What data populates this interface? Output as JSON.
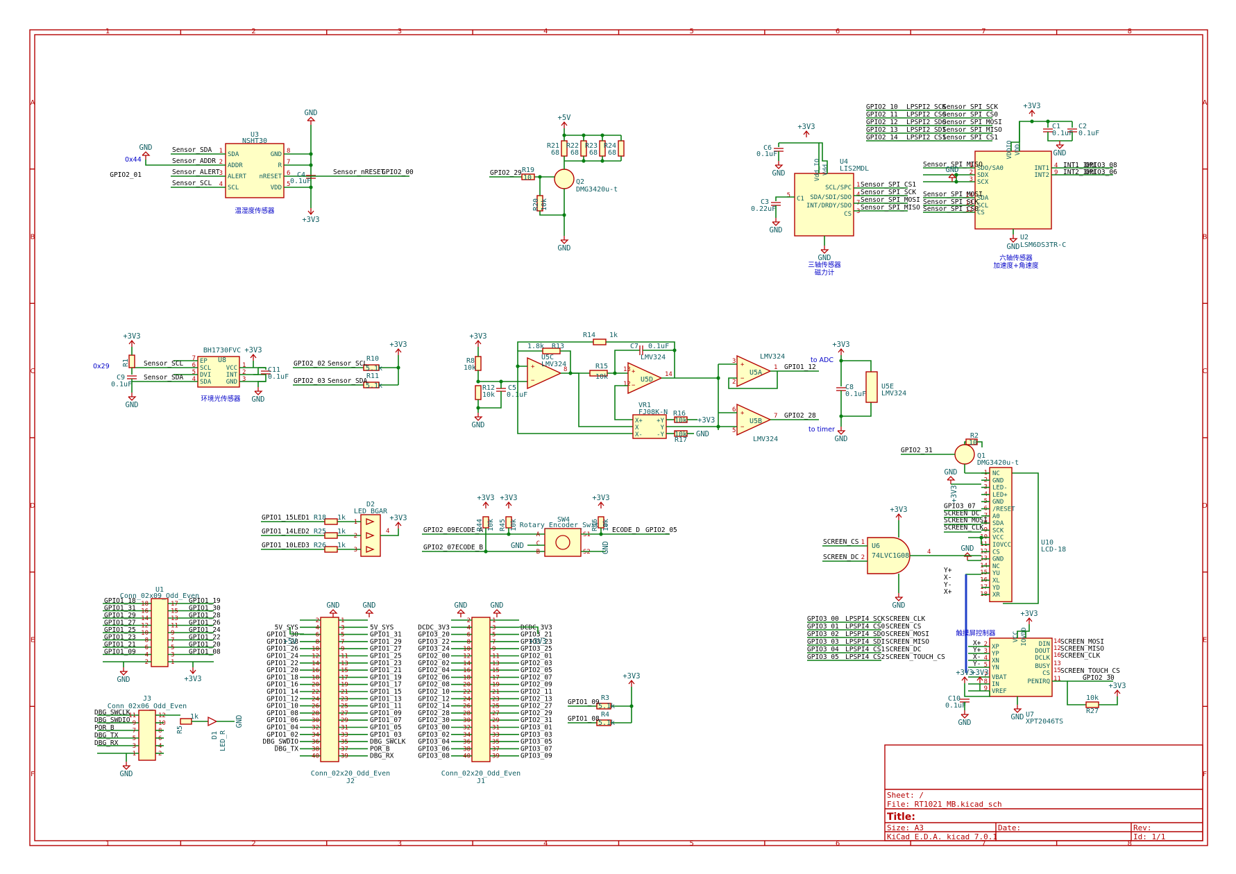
{
  "sheet": {
    "grid_columns": [
      "1",
      "2",
      "3",
      "4",
      "5",
      "6",
      "7",
      "8"
    ],
    "grid_rows": [
      "A",
      "B",
      "C",
      "D",
      "E",
      "F"
    ]
  },
  "title_block": {
    "sheet_label": "Sheet: /",
    "file_label": "File: RT1021_MB.kicad_sch",
    "title_label": "Title:",
    "size_label": "Size: A3",
    "date_label": "Date:",
    "rev_label": "Rev:",
    "tool_label": "KiCad E.D.A.  kicad 7.0.1",
    "id_label": "Id: 1/1"
  },
  "power_symbols": {
    "gnd": "GND",
    "v33": "+3V3",
    "v5": "+5V"
  },
  "u3": {
    "ref": "U3",
    "part": "NSHT30",
    "caption": "温湿度传感器",
    "address": "0x44",
    "pins_left": [
      "SDA",
      "ADDR",
      "ALERT",
      "SCL"
    ],
    "pins_left_num": [
      "1",
      "2",
      "3",
      "4"
    ],
    "pins_right": [
      "GND",
      "R",
      "nRESET",
      "VDD"
    ],
    "pins_right_num": [
      "8",
      "7",
      "6",
      "5"
    ],
    "nets_left": [
      "Sensor_SDA",
      "Sensor_ADDR",
      "Sensor_ALERT",
      "Sensor_SCL"
    ],
    "gpio_alert": "GPIO2_01",
    "cap_ref": "C4",
    "cap_val": "0.1uF",
    "net_reset": "Sensor_nRESET",
    "gpio_reset": "GPIO2_00"
  },
  "q2": {
    "ref": "Q2",
    "part": "DMG3420u-t",
    "gpio": "GPIO2_29",
    "r19": "R19",
    "r19_val": "10",
    "r20": "R20",
    "r20_val": "10k",
    "resistors": [
      {
        "ref": "R21",
        "val": "68"
      },
      {
        "ref": "R22",
        "val": "68"
      },
      {
        "ref": "R23",
        "val": "68"
      },
      {
        "ref": "R24",
        "val": "68"
      }
    ]
  },
  "u4": {
    "ref": "U4",
    "part": "LIS2MDL",
    "caption1": "三轴传感器",
    "caption2": "磁力计",
    "pins_left": [
      "C1"
    ],
    "pins_right": [
      "SCL/SPC",
      "SDA/SDI/SDO",
      "INT/DRDY/SDO",
      "CS"
    ],
    "pins_right_num": [
      "1",
      "4",
      "7",
      "3"
    ],
    "top_pins": [
      "Vdd_IO",
      "Vdd"
    ],
    "top_pins_num": [
      "10",
      "9"
    ],
    "nets_right": [
      "Sensor_SPI_CS1",
      "Sensor_SPI_SCK",
      "Sensor_SPI_MOSI",
      "Sensor_SPI_MISO"
    ],
    "c6": "C6",
    "c6_val": "0.1uF",
    "c3": "C3",
    "c3_val": "0.22uF"
  },
  "gpio_spi_map": [
    {
      "gpio": "GPIO2_10",
      "fn": "LPSPI2_SCK",
      "net": "Sensor_SPI_SCK"
    },
    {
      "gpio": "GPIO2_11",
      "fn": "LPSPI2_CS0",
      "net": "Sensor_SPI_CS0"
    },
    {
      "gpio": "GPIO2_12",
      "fn": "LPSPI2_SDO",
      "net": "Sensor_SPI_MOSI"
    },
    {
      "gpio": "GPIO2_13",
      "fn": "LPSPI2_SDI",
      "net": "Sensor_SPI_MISO"
    },
    {
      "gpio": "GPIO2_14",
      "fn": "LPSPI2_CS1",
      "net": "Sensor_SPI_CS1"
    }
  ],
  "u2": {
    "ref": "U2",
    "part": "LSM6DS3TR-C",
    "caption1": "六轴传感器",
    "caption2": "加速度+角速度",
    "pins_left": [
      "SDO/SA0",
      "SDX",
      "SCX",
      "SDA",
      "SCL",
      "CS"
    ],
    "pins_left_num": [
      "1",
      "2",
      "3",
      "14",
      "13",
      "12"
    ],
    "pins_right": [
      "INT1",
      "INT2"
    ],
    "pins_right_num": [
      "4",
      "9"
    ],
    "nets_left": [
      "Sensor_SPI_MISO",
      "",
      "",
      "Sensor_SPI_MOSI",
      "Sensor_SPI_SCK",
      "Sensor_SPI_CS0"
    ],
    "int1_net": "INT1_IMU",
    "int1_gpio": "GPIO3_08",
    "int2_net": "INT2_IMU",
    "int2_gpio": "GPIO3_06",
    "top_pins": [
      "VDDIO",
      "VDD"
    ],
    "c1": "C1",
    "c1_val": "0.1uF",
    "c2": "C2",
    "c2_val": "0.1uF"
  },
  "u8": {
    "ref": "U8",
    "part": "BH1730FVC",
    "caption": "环境光传感器",
    "address": "0x29",
    "pins_left": [
      "EP",
      "SCL",
      "DVI",
      "SDA"
    ],
    "pins_left_num": [
      "7",
      "6",
      "5",
      "4"
    ],
    "pins_right": [
      "VCC",
      "INT",
      "GND"
    ],
    "pins_right_num": [
      "1",
      "2",
      "3"
    ],
    "nets_left": [
      "",
      "Sensor_SCL",
      "",
      "Sensor_SDA"
    ],
    "r1": "R1",
    "r1_val": "1k",
    "c9": "C9",
    "c9_val": "0.1uF",
    "c11": "C11",
    "c11_val": "0.1uF"
  },
  "i2c_pullups": [
    {
      "gpio": "GPIO2_02",
      "net": "Sensor_SCL",
      "ref": "R10",
      "val": "5.1k"
    },
    {
      "gpio": "GPIO2_03",
      "net": "Sensor_SDA",
      "ref": "R11",
      "val": "5.1k"
    }
  ],
  "opamp": {
    "r13": "R13",
    "r13_val": "1.8k",
    "r14": "R14",
    "r14_val": "1k",
    "r8": "R8",
    "r8_val": "10k",
    "r12": "R12",
    "r12_val": "10k",
    "c5": "C5",
    "c5_val": "0.1uF",
    "r15": "R15",
    "r15_val": "10k",
    "c7": "C7",
    "c7_val": "0.1uF",
    "u5c": "U5C",
    "u5d": "U5D",
    "u5a": "U5A",
    "u5b": "U5B",
    "part": "LMV324",
    "vr1": "VR1",
    "vr1_part": "FJ08K-N",
    "vr1_pins": [
      "X+",
      "X",
      "X-",
      "+Y",
      "Y",
      "-Y"
    ],
    "r16": "R16",
    "r16_val": "10k",
    "r17": "R17",
    "r17_val": "10k",
    "out_adc_gpio": "GPIO1_12",
    "out_adc_note": "to ADC",
    "out_timer_gpio": "GPIO2_28",
    "out_timer_note": "to timer",
    "c8": "C8",
    "c8_val": "0.1uF",
    "u5e": "U5E",
    "u5e_part": "LMV324"
  },
  "led": {
    "ref": "D2",
    "part": "LED_BGAR",
    "rows": [
      {
        "gpio": "GPIO1_15",
        "net": "LED1",
        "ref": "R18",
        "val": "1k"
      },
      {
        "gpio": "GPIO1_14",
        "net": "LED2",
        "ref": "R25",
        "val": "1k"
      },
      {
        "gpio": "GPIO1_10",
        "net": "LED3",
        "ref": "R26",
        "val": "1k"
      }
    ]
  },
  "encoder": {
    "ref": "SW4",
    "part": "Rotary_Encoder_Switch",
    "rows": [
      {
        "gpio": "GPIO2_09",
        "net": "ECODE_A"
      },
      {
        "gpio": "GPIO2_07",
        "net": "ECODE_B"
      }
    ],
    "r44": "R44",
    "r45": "R45",
    "r46": "R46",
    "rval": "10k",
    "d_net": "ECODE_D",
    "d_gpio": "GPIO2_05",
    "pins": [
      "A",
      "C",
      "B",
      "S1",
      "S2"
    ]
  },
  "q1": {
    "ref": "Q1",
    "part": "DMG3420u-t",
    "gpio": "GPIO2_31",
    "r2": "R2",
    "r2_val": "10"
  },
  "u10": {
    "ref": "U10",
    "part": "LCD-18",
    "pins": [
      "NC",
      "GND",
      "LED-",
      "LED+",
      "GND",
      "/RESET",
      "A0",
      "SDA",
      "SCK",
      "VCC",
      "IOVCC",
      "CS",
      "GND",
      "NC",
      "YU",
      "XL",
      "YD",
      "XR"
    ],
    "nets": [
      "",
      "",
      "",
      "",
      "",
      "GPIO3_07",
      "SCREEN_DC",
      "SCREEN_MOSI",
      "SCREEN_CLK",
      "",
      "",
      "",
      "",
      "",
      "Y+",
      "X-",
      "Y-",
      "X+"
    ]
  },
  "u6": {
    "ref": "U6",
    "part": "74LVC1G08",
    "in1": "SCREEN_CS",
    "in2": "SCREEN_DC"
  },
  "screen_spi_map": [
    {
      "gpio": "GPIO3_00",
      "fn": "LPSPI4_SCK",
      "net": "SCREEN_CLK"
    },
    {
      "gpio": "GPIO3_01",
      "fn": "LPSPI4_CS0",
      "net": "SCREEN_CS"
    },
    {
      "gpio": "GPIO3_02",
      "fn": "LPSPI4_SDO",
      "net": "SCREEN_MOSI"
    },
    {
      "gpio": "GPIO3_03",
      "fn": "LPSPI4_SDI",
      "net": "SCREEN_MISO"
    },
    {
      "gpio": "GPIO3_04",
      "fn": "LPSPI4_CS1",
      "net": "SCREEN_DC"
    },
    {
      "gpio": "GPIO3_05",
      "fn": "LPSPI4_CS2",
      "net": "SCREEN_TOUCH_CS"
    }
  ],
  "u7": {
    "ref": "U7",
    "part": "XPT2046TS",
    "caption": "触摸屏控制器",
    "pins_left": [
      "XP",
      "YP",
      "XN",
      "YN",
      "VBAT",
      "IN",
      "VREF"
    ],
    "pins_left_num": [
      "2",
      "3",
      "4",
      "5",
      "7",
      "8",
      "9"
    ],
    "nets_left": [
      "X+",
      "Y+",
      "X-",
      "Y-",
      "",
      "",
      ""
    ],
    "pins_right": [
      "DIN",
      "DOUT",
      "DCLK",
      "BUSY",
      "CS",
      "PENIRQ"
    ],
    "pins_right_num": [
      "14",
      "12",
      "16",
      "13",
      "15",
      "11"
    ],
    "nets_right": [
      "SCREEN_MOSI",
      "SCREEN_MISO",
      "SCREEN_CLK",
      "",
      "SCREEN_TOUCH_CS",
      ""
    ],
    "penirq_gpio": "GPIO2_30",
    "c10": "C10",
    "c10_val": "0.1uF",
    "r27": "R27",
    "r27_val": "10k"
  },
  "u1": {
    "ref": "U1",
    "part": "Conn_02x09_Odd_Even",
    "left": [
      "GPIO1_18",
      "GPIO1_31",
      "GPIO1_29",
      "GPIO1_27",
      "GPIO1_25",
      "GPIO1_23",
      "GPIO1_21",
      "GPIO1_09",
      ""
    ],
    "left_num": [
      "18",
      "16",
      "14",
      "12",
      "10",
      "8",
      "6",
      "4",
      "2"
    ],
    "right": [
      "GPIO1_19",
      "GPIO1_30",
      "GPIO1_28",
      "GPIO1_26",
      "GPIO1_24",
      "GPIO1_22",
      "GPIO1_20",
      "GPIO1_08",
      ""
    ],
    "right_num": [
      "17",
      "15",
      "13",
      "11",
      "9",
      "7",
      "5",
      "3",
      "1"
    ]
  },
  "j3": {
    "ref": "J3",
    "part": "Conn_02x06_Odd_Even",
    "left": [
      "DBG_SWCLK",
      "DBG_SWDIO",
      "POR_B",
      "DBG_TX",
      "DBG_RX",
      ""
    ],
    "left_num": [
      "11",
      "9",
      "7",
      "5",
      "3",
      "1"
    ],
    "right_num": [
      "12",
      "10",
      "8",
      "6",
      "4",
      "2"
    ],
    "r5": "R5",
    "r5_val": "1k",
    "d1": "D1",
    "d1_part": "LED_R"
  },
  "j2": {
    "ref": "J2",
    "part": "Conn_02x20_Odd_Even",
    "left": [
      "",
      "5V_SYS",
      "GPIO1_30",
      "GPIO1_28",
      "GPIO1_26",
      "GPIO1_24",
      "GPIO1_22",
      "GPIO1_20",
      "GPIO1_18",
      "GPIO1_16",
      "GPIO1_14",
      "GPIO1_12",
      "GPIO1_10",
      "GPIO1_08",
      "GPIO1_06",
      "GPIO1_04",
      "GPIO1_02",
      "DBG_SWDIO",
      "DBG_TX",
      ""
    ],
    "left_num": [
      "2",
      "4",
      "6",
      "8",
      "10",
      "12",
      "14",
      "16",
      "18",
      "20",
      "22",
      "24",
      "26",
      "28",
      "30",
      "32",
      "34",
      "36",
      "38",
      "40"
    ],
    "right": [
      "",
      "5V_SYS",
      "GPIO1_31",
      "GPIO1_29",
      "GPIO1_27",
      "GPIO1_25",
      "GPIO1_23",
      "GPIO1_21",
      "GPIO1_19",
      "GPIO1_17",
      "GPIO1_15",
      "GPIO1_13",
      "GPIO1_11",
      "GPIO1_09",
      "GPIO1_07",
      "GPIO1_05",
      "GPIO1_03",
      "DBG_SWCLK",
      "POR_B",
      "DBG_RX"
    ],
    "right_num": [
      "1",
      "3",
      "5",
      "7",
      "9",
      "11",
      "13",
      "15",
      "17",
      "19",
      "21",
      "23",
      "25",
      "27",
      "29",
      "31",
      "33",
      "35",
      "37",
      "39"
    ]
  },
  "j1": {
    "ref": "J1",
    "part": "Conn_02x20_Odd_Even",
    "left": [
      "",
      "DCDC_3V3",
      "GPIO3_20",
      "GPIO3_22",
      "GPIO3_24",
      "GPIO2_00",
      "GPIO2_02",
      "GPIO2_04",
      "GPIO2_06",
      "GPIO2_08",
      "GPIO2_10",
      "GPIO2_12",
      "GPIO2_14",
      "GPIO2_28",
      "GPIO2_30",
      "GPIO3_00",
      "GPIO3_02",
      "GPIO3_04",
      "GPIO3_06",
      "GPIO3_08"
    ],
    "left_num": [
      "2",
      "4",
      "6",
      "8",
      "10",
      "12",
      "14",
      "16",
      "18",
      "20",
      "22",
      "24",
      "26",
      "28",
      "30",
      "32",
      "34",
      "36",
      "38",
      "40"
    ],
    "right": [
      "",
      "DCDC_3V3",
      "GPIO3_21",
      "GPIO3_23",
      "GPIO3_25",
      "GPIO2_01",
      "GPIO2_03",
      "GPIO2_05",
      "GPIO2_07",
      "GPIO2_09",
      "GPIO2_11",
      "GPIO2_13",
      "GPIO2_27",
      "GPIO2_29",
      "GPIO2_31",
      "GPIO3_01",
      "GPIO3_03",
      "GPIO3_05",
      "GPIO3_07",
      "GPIO3_09"
    ],
    "right_num": [
      "1",
      "3",
      "5",
      "7",
      "9",
      "11",
      "13",
      "15",
      "17",
      "19",
      "21",
      "23",
      "25",
      "27",
      "29",
      "31",
      "33",
      "35",
      "37",
      "39"
    ]
  },
  "pullups_small": [
    {
      "gpio": "GPIO1_09",
      "ref": "R3",
      "val": "5.1k"
    },
    {
      "gpio": "GPIO1_08",
      "ref": "R4",
      "val": "5.1k"
    }
  ]
}
